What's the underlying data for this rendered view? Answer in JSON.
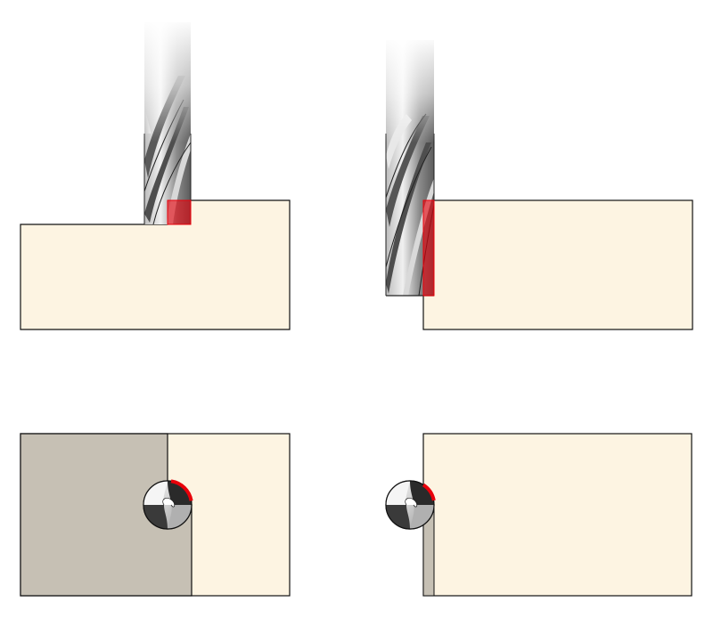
{
  "diagram": {
    "panels": [
      {
        "id": "side-view-shoulder",
        "view": "side",
        "operation": "shoulder-cut"
      },
      {
        "id": "side-view-profile",
        "view": "side",
        "operation": "profile-cut"
      },
      {
        "id": "top-view-shoulder",
        "view": "top",
        "operation": "shoulder-cut"
      },
      {
        "id": "top-view-profile",
        "view": "top",
        "operation": "profile-cut"
      }
    ],
    "colors": {
      "workpiece": "#fdf4e2",
      "removed_material": "#c6c0b4",
      "cutting_zone": "#e8000a",
      "outline": "#111111",
      "tool_steel_light": "#f2f2f2",
      "tool_steel_dark": "#6a6a6a"
    },
    "icons": [
      "end-mill-side-icon",
      "end-mill-top-icon"
    ]
  }
}
